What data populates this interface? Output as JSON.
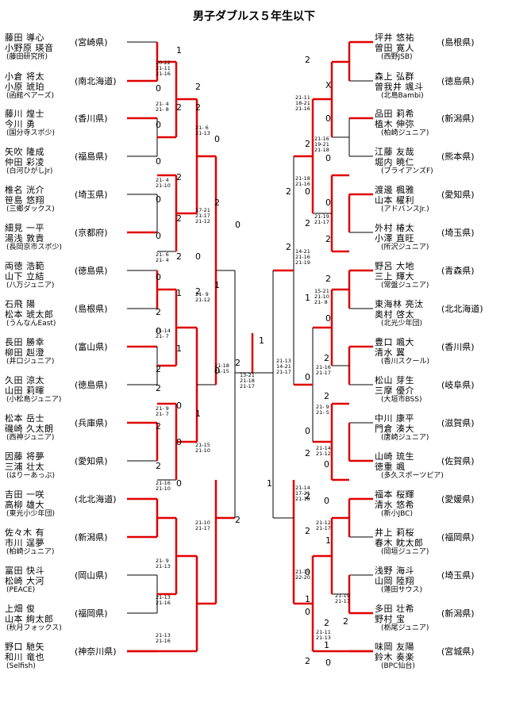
{
  "title": "男子ダブルス５年生以下",
  "left": [
    {
      "p1": "藤田 導心",
      "p2": "小野原 瑛音",
      "club": "(藤田研究所)",
      "pref": "(宮崎県)"
    },
    {
      "p1": "小倉 将太",
      "p2": "小原 琥珀",
      "club": "(函館ベアーズ)",
      "pref": "(南北海道)"
    },
    {
      "p1": "藤川 煌士",
      "p2": "今川 勇",
      "club": "(国分寺スポ少)",
      "pref": "(香川県)"
    },
    {
      "p1": "矢吹 隆成",
      "p2": "仲田 彩凌",
      "club": "(白河ひがしJr)",
      "pref": "(福島県)"
    },
    {
      "p1": "椎名 洸介",
      "p2": "笹島 悠翔",
      "club": "(三郷ダックス)",
      "pref": "(埼玉県)"
    },
    {
      "p1": "細見 一平",
      "p2": "湯浅 敦貴",
      "club": "(長岡京市スポ少)",
      "pref": "(京都府)"
    },
    {
      "p1": "両徳 浩範",
      "p2": "山下 立結",
      "club": "(八万ジュニア)",
      "pref": "(徳島県)"
    },
    {
      "p1": "石飛 陽",
      "p2": "松本 琥太郎",
      "club": "(うんなんEast)",
      "pref": "(島根県)"
    },
    {
      "p1": "長田 勝幸",
      "p2": "柳田 赳澄",
      "club": "(井口ジュニア)",
      "pref": "(富山県)"
    },
    {
      "p1": "久田 涼太",
      "p2": "山田 莉暉",
      "club": "(小松島ジュニア)",
      "pref": "(徳島県)"
    },
    {
      "p1": "松本 岳士",
      "p2": "磯崎 久太朗",
      "club": "(西神ジュニア)",
      "pref": "(兵庫県)"
    },
    {
      "p1": "因藤 将夢",
      "p2": "三浦 壮太",
      "club": "(はりーあっぷ)",
      "pref": "(愛知県)"
    },
    {
      "p1": "吉田 一咲",
      "p2": "高柳 雄大",
      "club": "(東光小少年団)",
      "pref": "(北北海道)"
    },
    {
      "p1": "佐々木 有",
      "p2": "市川 逞夢",
      "club": "(柏崎ジュニア)",
      "pref": "(新潟県)"
    },
    {
      "p1": "冨田 快斗",
      "p2": "松崎 大河",
      "club": "(PEACE)",
      "pref": "(岡山県)"
    },
    {
      "p1": "上畑 俊",
      "p2": "山本 絢太郎",
      "club": "(秋月フォックス)",
      "pref": "(福岡県)"
    },
    {
      "p1": "野口 馳矢",
      "p2": "和川 竜也",
      "club": "(Selfish)",
      "pref": "(神奈川県)"
    }
  ],
  "right": [
    {
      "p1": "坪井 悠祐",
      "p2": "曽田 寛人",
      "club": "(西野JSB)",
      "pref": "(島根県)"
    },
    {
      "p1": "森上 弘群",
      "p2": "曽我井 颯斗",
      "club": "(北島Bambi)",
      "pref": "(徳島県)"
    },
    {
      "p1": "品田 莉希",
      "p2": "植木 伸弥",
      "club": "(柏崎ジュニア)",
      "pref": "(新潟県)"
    },
    {
      "p1": "江藤 友哉",
      "p2": "堀内 暁仁",
      "club": "(ブライアンズF)",
      "pref": "(熊本県)"
    },
    {
      "p1": "渡邊 楓雅",
      "p2": "山本 櫂利",
      "club": "(アドバンスJr.)",
      "pref": "(愛知県)"
    },
    {
      "p1": "外村 椿太",
      "p2": "小澤 直旺",
      "club": "(所沢ジュニア)",
      "pref": "(埼玉県)"
    },
    {
      "p1": "野呂 大地",
      "p2": "三上 輝大",
      "club": "(常盤ジュニア)",
      "pref": "(青森県)"
    },
    {
      "p1": "東海林 亮汰",
      "p2": "奥村 啓太",
      "club": "(北光少年団)",
      "pref": "(北北海道)"
    },
    {
      "p1": "豊口 颯大",
      "p2": "清水 翼",
      "club": "(香川スクール)",
      "pref": "(香川県)"
    },
    {
      "p1": "松山 芽生",
      "p2": "三摩 優介",
      "club": "(大垣市BSS)",
      "pref": "(岐阜県)"
    },
    {
      "p1": "中川 康平",
      "p2": "門倉 湊大",
      "club": "(唐崎ジュニア)",
      "pref": "(滋賀県)"
    },
    {
      "p1": "山崎 琉生",
      "p2": "徳重 颯",
      "club": "(多久スポーツピア)",
      "pref": "(佐賀県)"
    },
    {
      "p1": "福本 桜輝",
      "p2": "清水 悠希",
      "club": "(新小JBC)",
      "pref": "(愛媛県)"
    },
    {
      "p1": "井上 莉桜",
      "p2": "春木 眈太郎",
      "club": "(岡垣ジュニア)",
      "pref": "(福岡県)"
    },
    {
      "p1": "浅野 海斗",
      "p2": "山岡 陸翔",
      "club": "(蓮田サウス)",
      "pref": "(埼玉県)"
    },
    {
      "p1": "多田 壮希",
      "p2": "野村 宝",
      "club": "(栃尾ジュニア)",
      "pref": "(新潟県)"
    },
    {
      "p1": "味岡 友陽",
      "p2": "鈴木 奏楽",
      "club": "(BPC仙台)",
      "pref": "(宮城県)"
    }
  ],
  "scores": [
    "20-22\n21-11\n21-16",
    "21- 4\n21- 8",
    "21- 6\n21-13",
    "21- 4\n21-10",
    "17-21\n21-17\n21-12",
    "21- 6\n21- 4",
    "21- 9\n21-12",
    "21-14\n21- 7",
    "21-18\n21-15",
    "13-21\n21-18\n21-17",
    "21- 9\n21- 7",
    "21-15\n21-10",
    "21-16\n21-10",
    "21-10\n21-17",
    "21- 9\n21-13",
    "21-13\n21-16",
    "21-13\n21-16",
    "21-11\n18-21\n21-16",
    "21-16\n19-21\n21-18",
    "21-18\n21-16",
    "21-19\n21-17",
    "14-21\n21-16\n21-19",
    "15-21\n21-10\n21- 8",
    "21-13\n14-21\n21-17",
    "21-16\n21-17",
    "21- 9\n21- 5",
    "21-14\n21-12",
    "21-14\n17-21\n21-18",
    "21-12\n21-17",
    "21-19\n22-20",
    "21-19\n21-17",
    "21-11\n21-13"
  ],
  "results": [
    "1",
    "0",
    "2",
    "0",
    "2",
    "2",
    "0",
    "2",
    "0",
    "2",
    "0",
    "2",
    "0",
    "2",
    "0",
    "1",
    "2",
    "0",
    "2",
    "1",
    "0",
    "1",
    "2",
    "0",
    "0",
    "2",
    "2",
    "0",
    "2",
    "0",
    "2",
    "0",
    "1",
    "2",
    "1",
    "X",
    "2",
    "0",
    "2",
    "0",
    "0",
    "2",
    "2",
    "0",
    "2",
    "1",
    "2",
    "0",
    "2",
    "0",
    "2",
    "0",
    "1",
    "2",
    "0",
    "2",
    "0",
    "1",
    "2",
    "2",
    "0",
    "1",
    "2",
    "0",
    "2",
    "1",
    "2",
    "0"
  ]
}
